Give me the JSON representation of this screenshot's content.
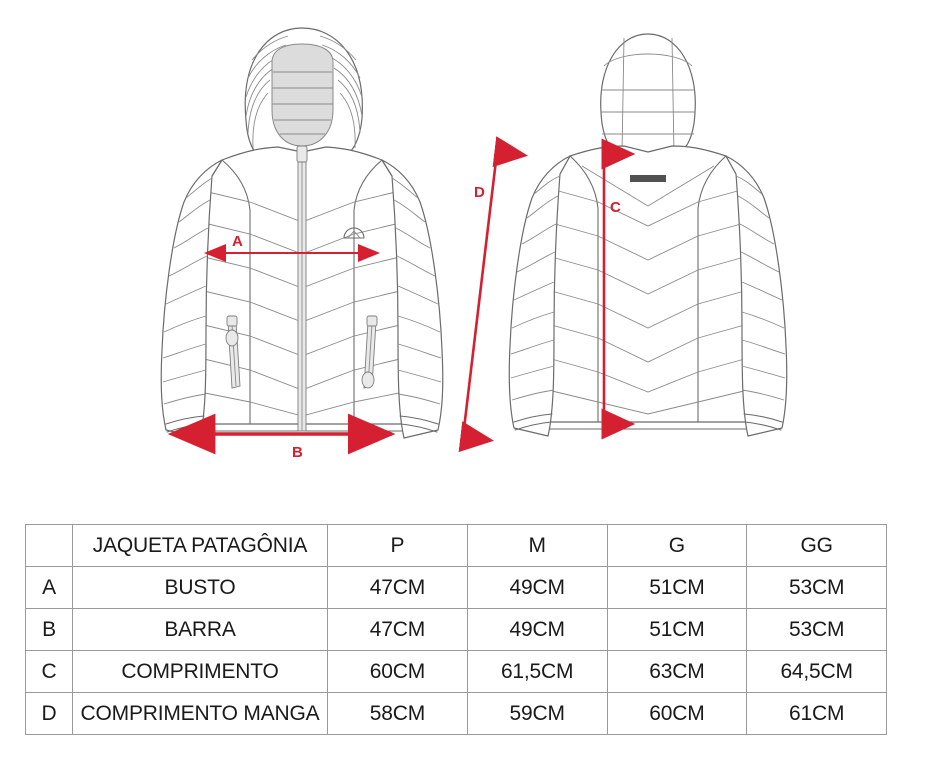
{
  "diagram": {
    "title": "Jacket size chart technical drawing",
    "views": [
      {
        "name": "front-view",
        "label": ""
      },
      {
        "name": "back-view",
        "label": ""
      }
    ],
    "measurement_markers": [
      {
        "id": "A",
        "label": "A",
        "view": "front-view",
        "orientation": "horizontal",
        "position": "chest"
      },
      {
        "id": "B",
        "label": "B",
        "view": "front-view",
        "orientation": "horizontal",
        "position": "hem"
      },
      {
        "id": "C",
        "label": "C",
        "view": "back-view",
        "orientation": "vertical",
        "position": "body-length"
      },
      {
        "id": "D",
        "label": "D",
        "view": "between-views",
        "orientation": "diagonal",
        "position": "sleeve-length"
      }
    ],
    "colors": {
      "arrow_red": "#d42030",
      "line_gray": "#5a5a5a",
      "hood_fill": "#dcdcdc",
      "table_border": "#9a9a9a"
    }
  },
  "table": {
    "columns": [
      "",
      "JAQUETA PATAGÔNIA",
      "P",
      "M",
      "G",
      "GG"
    ],
    "rows": [
      {
        "letter": "A",
        "name": "BUSTO",
        "P": "47CM",
        "M": "49CM",
        "G": "51CM",
        "GG": "53CM"
      },
      {
        "letter": "B",
        "name": "BARRA",
        "P": "47CM",
        "M": "49CM",
        "G": "51CM",
        "GG": "53CM"
      },
      {
        "letter": "C",
        "name": "COMPRIMENTO",
        "P": "60CM",
        "M": "61,5CM",
        "G": "63CM",
        "GG": "64,5CM"
      },
      {
        "letter": "D",
        "name": "COMPRIMENTO MANGA",
        "P": "58CM",
        "M": "59CM",
        "G": "60CM",
        "GG": "61CM"
      }
    ]
  }
}
